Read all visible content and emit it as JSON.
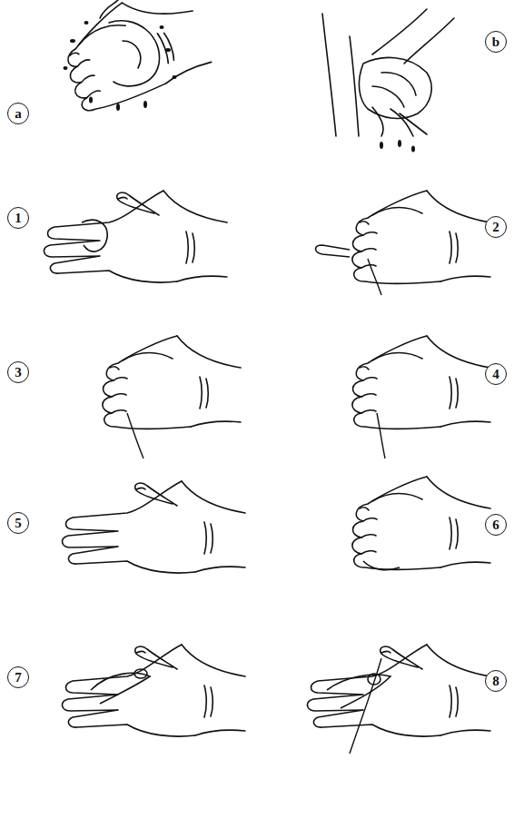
{
  "diagram": {
    "labels": [
      "a",
      "b",
      "1",
      "2",
      "3",
      "4",
      "5",
      "6",
      "7",
      "8"
    ]
  }
}
